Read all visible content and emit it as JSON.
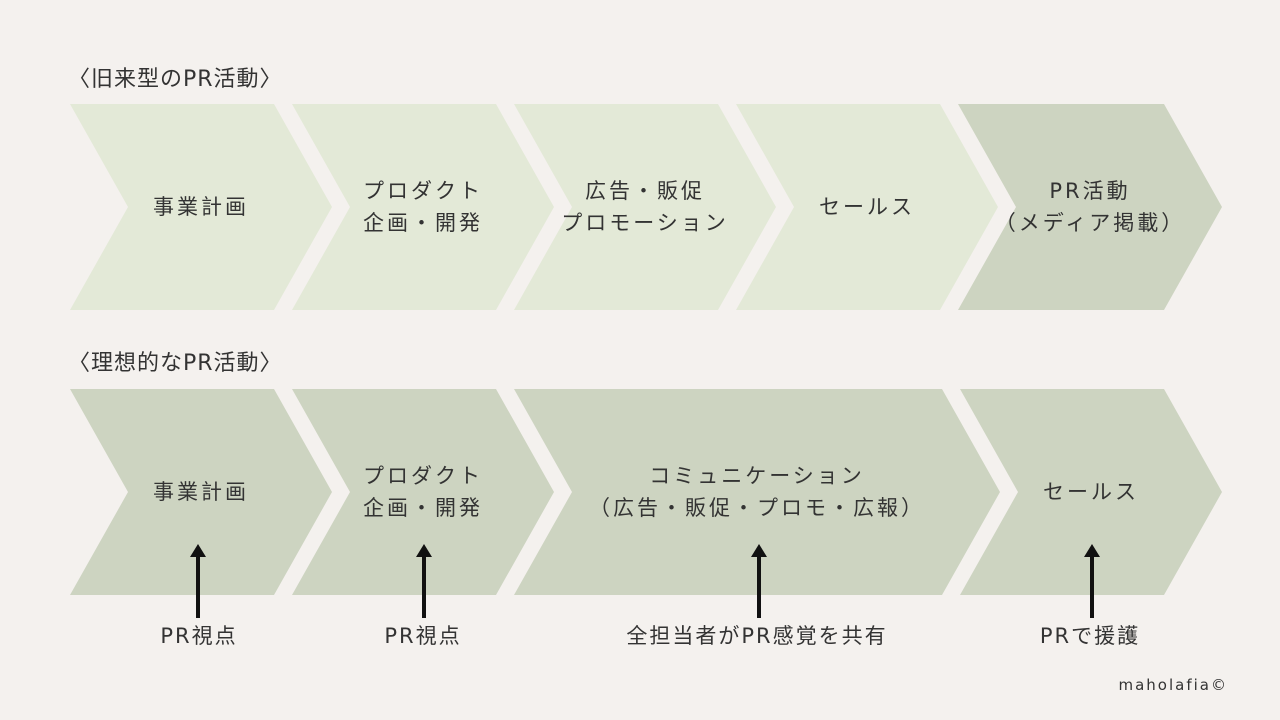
{
  "colors": {
    "background": "#f4f1ee",
    "light_green": "#e3e9d7",
    "sage_green": "#cdd4c1",
    "text": "#333333",
    "arrow": "#111111"
  },
  "old_flow": {
    "title": "〈旧来型のPR活動〉",
    "steps": [
      {
        "lines": [
          "事業計画"
        ]
      },
      {
        "lines": [
          "プロダクト",
          "企画・開発"
        ]
      },
      {
        "lines": [
          "広告・販促",
          "プロモーション"
        ]
      },
      {
        "lines": [
          "セールス"
        ]
      },
      {
        "lines": [
          "PR活動",
          "（メディア掲載）"
        ]
      }
    ]
  },
  "ideal_flow": {
    "title": "〈理想的なPR活動〉",
    "steps": [
      {
        "lines": [
          "事業計画"
        ],
        "note": "PR視点"
      },
      {
        "lines": [
          "プロダクト",
          "企画・開発"
        ],
        "note": "PR視点"
      },
      {
        "lines": [
          "コミュニケーション",
          "（広告・販促・プロモ・広報）"
        ],
        "note": "全担当者がPR感覚を共有"
      },
      {
        "lines": [
          "セールス"
        ],
        "note": "PRで援護"
      }
    ]
  },
  "credit": "maholafia©"
}
